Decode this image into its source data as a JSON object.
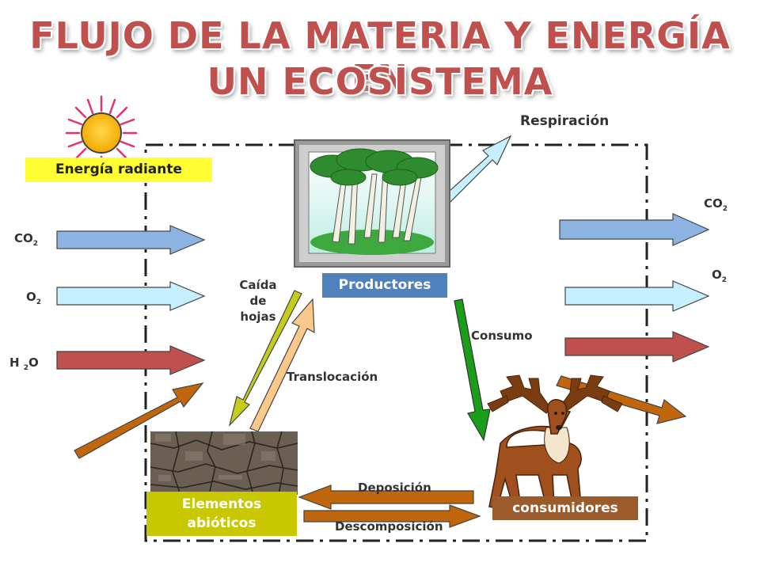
{
  "title": {
    "line1": "FLUJO DE LA MATERIA Y ENERGÍA EN",
    "line2": "UN ECOSISTEMA"
  },
  "labels": {
    "energia": "Energía radiante",
    "co2_left": "CO",
    "o2_left": "O",
    "h2o_left_a": "H ",
    "h2o_left_b": "O",
    "co2_right": "CO",
    "o2_right": "O",
    "sub2": "2",
    "respiracion": "Respiración",
    "productores": "Productores",
    "caida": "Caída",
    "de": "de",
    "hojas": "hojas",
    "translocacion": "Translocación",
    "consumo": "Consumo",
    "deposicion": "Deposición",
    "descomposicion": "Descomposición",
    "abioticos_1": "Elementos",
    "abioticos_2": "abióticos",
    "consumidores": "consumidores"
  },
  "colors": {
    "title": "#c0504d",
    "co2_arrow": "#8db3e2",
    "o2_arrow": "#c6efff",
    "h2o_arrow": "#c0504d",
    "energy_arrow": "#c0660c",
    "respiracion_arrow": "#c6efff",
    "caida_arrow": "#c4cc1c",
    "translocacion_arrow": "#fac88a",
    "consumo_arrow": "#1a9e1a",
    "deposicion_arrow": "#c0660c",
    "energia_box": "#ffff33",
    "productores_box": "#4f81bd",
    "abioticos_box": "#c8c800",
    "consumidores_box": "#9c5b2a"
  },
  "icons": [
    "sun-icon",
    "trees-picture",
    "cracked-soil-picture",
    "deer-icon"
  ]
}
